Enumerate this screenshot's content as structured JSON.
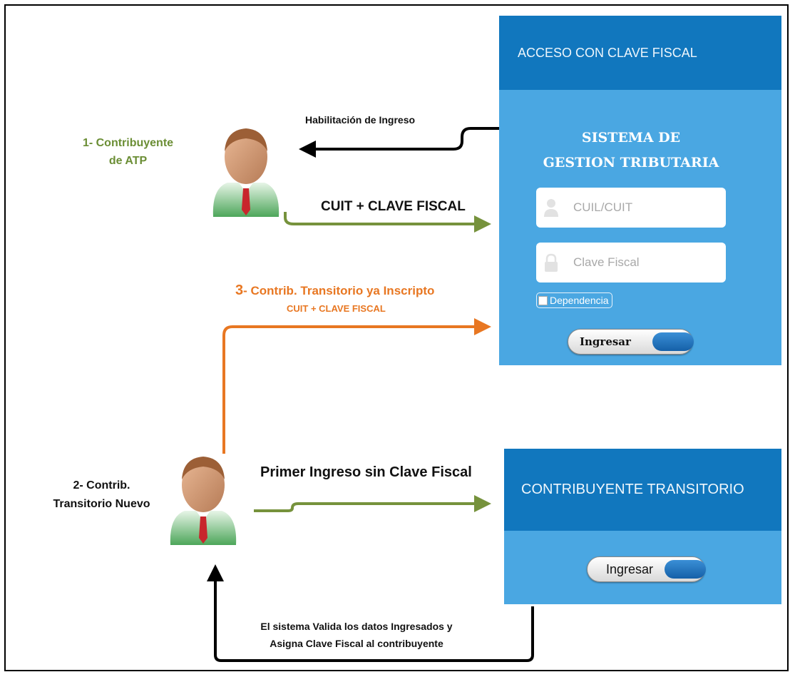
{
  "actors": {
    "contribuyente_atp": {
      "line1": "1- Contribuyente",
      "line2": "de ATP"
    },
    "transitorio_nuevo": {
      "line1": "2- Contrib.",
      "line2": "Transitorio Nuevo"
    }
  },
  "flows": {
    "habilitacion": "Habilitación de Ingreso",
    "cuit_clave": "CUIT + CLAVE FISCAL",
    "inscripto_number": "3",
    "inscripto_title": "- Contrib. Transitorio ya Inscripto",
    "inscripto_sub": "CUIT + CLAVE FISCAL",
    "primer_ingreso": "Primer Ingreso sin Clave Fiscal",
    "valida_line1": "El sistema Valida los datos Ingresados y",
    "valida_line2": "Asigna Clave Fiscal al contribuyente"
  },
  "login_panel": {
    "header": "ACCESO CON CLAVE FISCAL",
    "system_line1": "SISTEMA DE",
    "system_line2": "GESTION TRIBUTARIA",
    "cuil_placeholder": "CUIL/CUIT",
    "clave_placeholder": "Clave Fiscal",
    "dependencia_label": "Dependencia",
    "ingresar_label": "Ingresar"
  },
  "transitorio_panel": {
    "header": "CONTRIBUYENTE TRANSITORIO",
    "ingresar_label": "Ingresar"
  },
  "icons": [
    "person-icon",
    "lock-icon",
    "user-avatar-icon"
  ],
  "colors": {
    "panel_header": "#1177be",
    "panel_body": "#4aa7e2",
    "green_arrow": "#76923c",
    "orange_arrow": "#e87722",
    "actor1_label": "#6b8e35"
  }
}
